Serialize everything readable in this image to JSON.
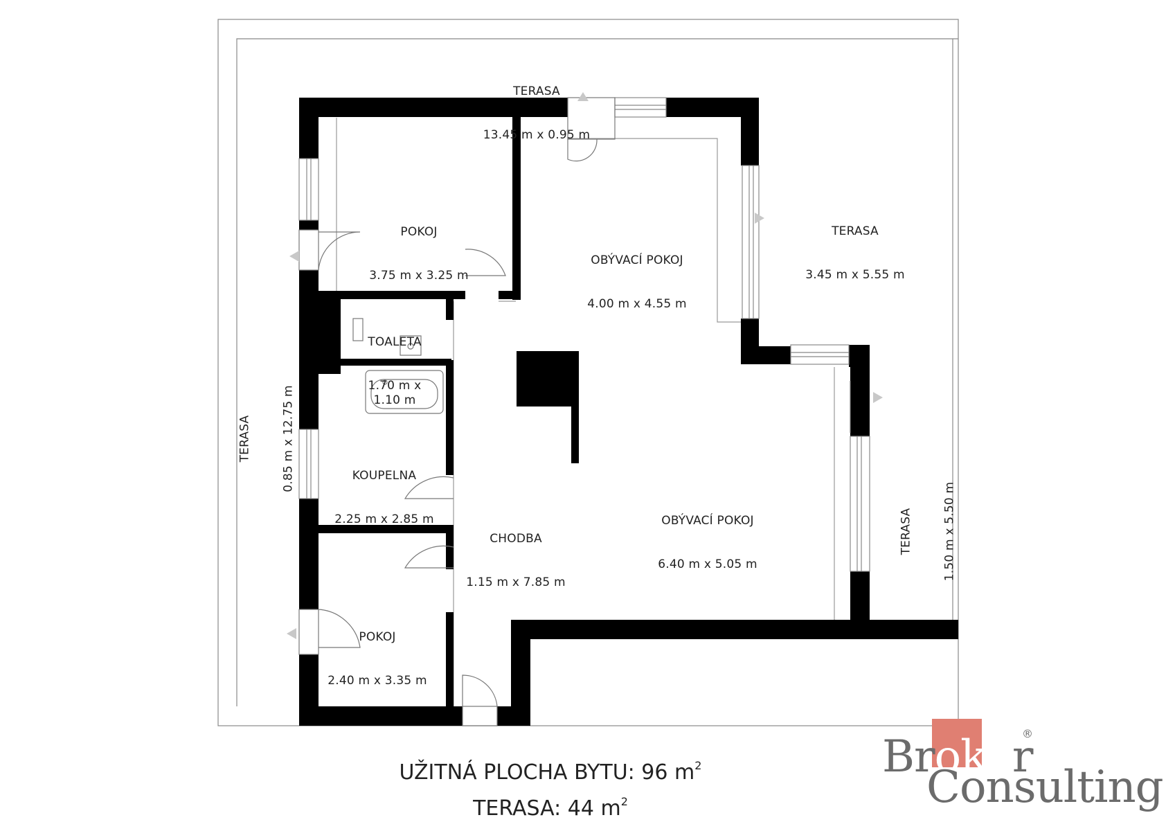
{
  "rooms": {
    "terasa_top": {
      "name": "TERASA",
      "dims": "13.45 m x 0.95 m"
    },
    "terasa_right": {
      "name": "TERASA",
      "dims": "3.45 m x 5.55 m"
    },
    "terasa_left": {
      "name": "TERASA",
      "dims": "0.85 m x 12.75 m"
    },
    "terasa_east": {
      "name": "TERASA",
      "dims": "1.50 m x 5.50 m"
    },
    "pokoj_1": {
      "name": "POKOJ",
      "dims": "3.75 m x 3.25 m"
    },
    "obyvaci_1": {
      "name": "OBÝVACÍ POKOJ",
      "dims": "4.00 m x 4.55 m"
    },
    "toaleta": {
      "name": "TOALETA",
      "dims": "1.70 m x\n1.10 m"
    },
    "koupelna": {
      "name": "KOUPELNA",
      "dims": "2.25 m x 2.85 m"
    },
    "chodba": {
      "name": "CHODBA",
      "dims": "1.15 m x 7.85 m"
    },
    "obyvaci_2": {
      "name": "OBÝVACÍ POKOJ",
      "dims": "6.40 m x 5.05 m"
    },
    "pokoj_2": {
      "name": "POKOJ",
      "dims": "2.40 m x 3.35 m"
    }
  },
  "summary": {
    "area_label": "UŽITNÁ PLOCHA BYTU: 96 m",
    "area_sup": "2",
    "terrace_label": "TERASA: 44 m",
    "terrace_sup": "2"
  },
  "logo": {
    "word1_a": "Br",
    "word1_hl": "oke",
    "word1_b": "r",
    "word2": "Consulting",
    "mark": "®"
  },
  "colors": {
    "wall": "#000000",
    "line": "#888888",
    "accent": "#e07f72"
  }
}
